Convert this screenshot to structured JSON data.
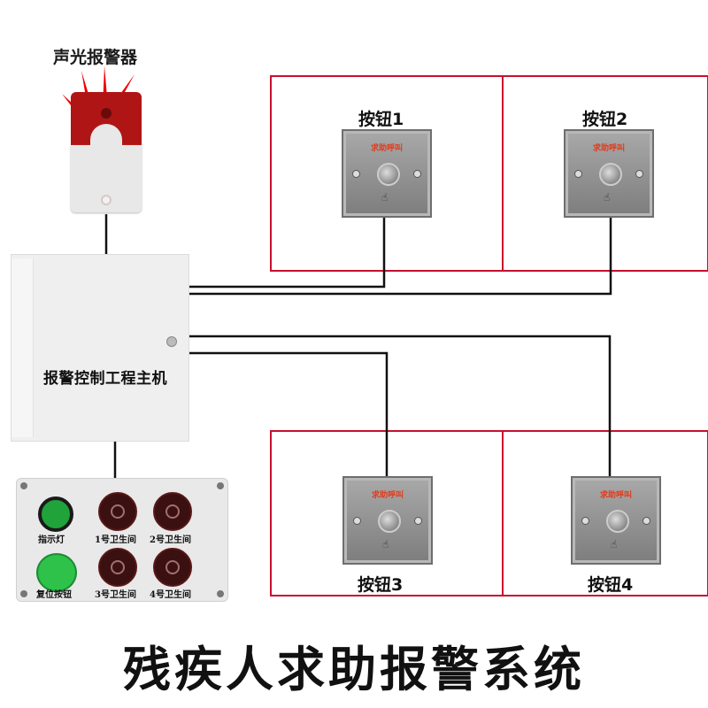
{
  "title": "残疾人求助报警系统",
  "siren": {
    "label": "声光报警器"
  },
  "controller": {
    "label": "报警控制工程主机"
  },
  "panel": {
    "indicator_label": "指示灯",
    "reset_label": "复位按钮",
    "buzzers": [
      "1号卫生间",
      "2号卫生间",
      "3号卫生间",
      "4号卫生间"
    ]
  },
  "buttons": [
    {
      "label": "按钮1",
      "plate_text": "求助呼叫"
    },
    {
      "label": "按钮2",
      "plate_text": "求助呼叫"
    },
    {
      "label": "按钮3",
      "plate_text": "求助呼叫"
    },
    {
      "label": "按钮4",
      "plate_text": "求助呼叫"
    }
  ],
  "colors": {
    "zone_border": "#c8102e",
    "wire": "#111111",
    "siren_red": "#b01515",
    "indicator_green": "#1fa33a",
    "plate_text": "#e23a1a"
  }
}
